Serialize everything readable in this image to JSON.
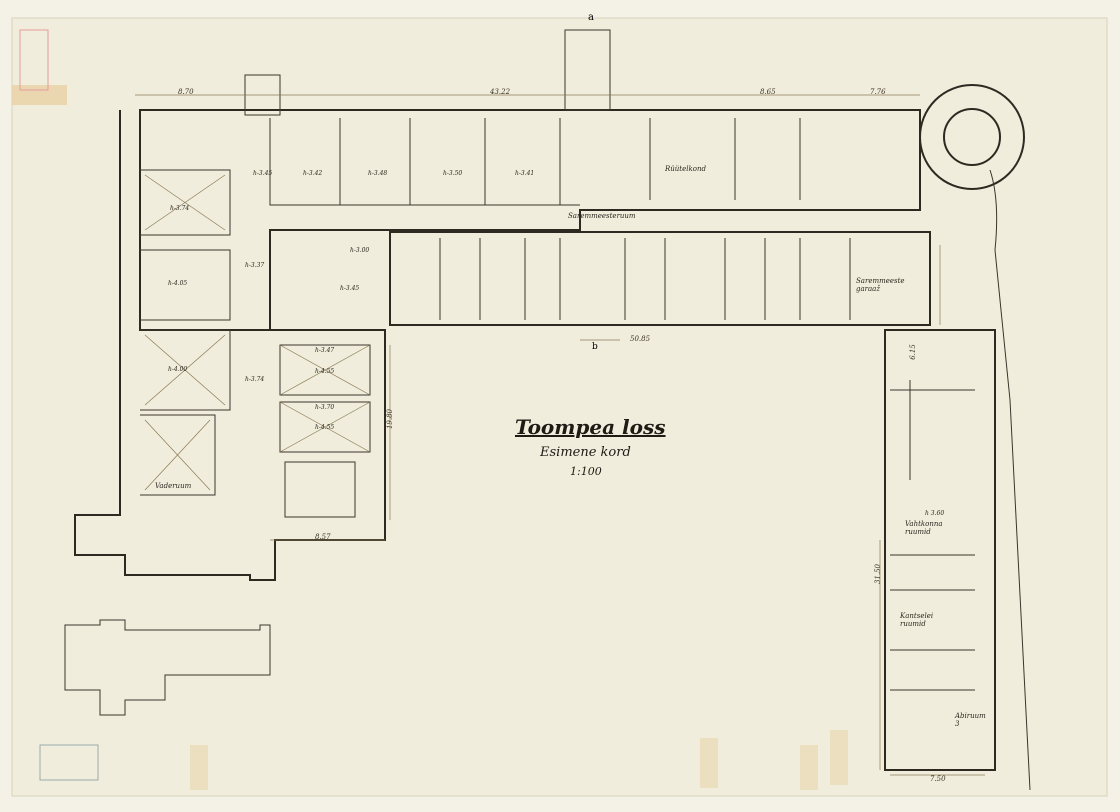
{
  "title": {
    "name": "Toompea loss",
    "floor": "Esimene kord",
    "scale": "1:100"
  },
  "north_mark": "a",
  "south_mark": "b",
  "dimensions": [
    "8.70",
    "43.22",
    "8.65",
    "7.76",
    "50.85",
    "8.57",
    "19.80",
    "31.50",
    "7.50",
    "6.15"
  ],
  "room_heights": [
    "h-3.45",
    "h-3.42",
    "h-3.48",
    "h-3.50",
    "h-3.41",
    "h-3.74",
    "h-3.37",
    "h-4.05",
    "h-3.00",
    "h-3.45",
    "h-4.00",
    "h-3.74",
    "h-3.47",
    "h-4.55",
    "h-3.70",
    "h-4.55",
    "h 3.60"
  ],
  "room_names": [
    "Rüütelkond",
    "Saremmeesteruum",
    "Saremmeeste garaaž",
    "Vaderuum",
    "Vahtkonna ruumid",
    "Kantselei ruumid",
    "Abiruum 3"
  ],
  "colors": {
    "paper": "#f4f1e6",
    "ink": "#2e2a22",
    "tape": "#e8cfa4"
  }
}
